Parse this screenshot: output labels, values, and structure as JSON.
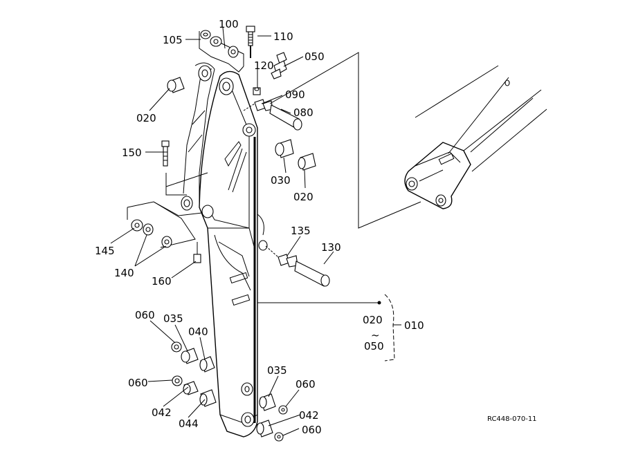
{
  "callouts": [
    {
      "id": "c105",
      "text": "105"
    },
    {
      "id": "c100",
      "text": "100"
    },
    {
      "id": "c110",
      "text": "110"
    },
    {
      "id": "c050a",
      "text": "050"
    },
    {
      "id": "c120",
      "text": "120"
    },
    {
      "id": "c090",
      "text": "090"
    },
    {
      "id": "c080",
      "text": "080"
    },
    {
      "id": "c020a",
      "text": "020"
    },
    {
      "id": "c150",
      "text": "150"
    },
    {
      "id": "c030",
      "text": "030"
    },
    {
      "id": "c020b",
      "text": "020"
    },
    {
      "id": "c145",
      "text": "145"
    },
    {
      "id": "c140",
      "text": "140"
    },
    {
      "id": "c160",
      "text": "160"
    },
    {
      "id": "c135",
      "text": "135"
    },
    {
      "id": "c130",
      "text": "130"
    },
    {
      "id": "c060a",
      "text": "060"
    },
    {
      "id": "c035a",
      "text": "035"
    },
    {
      "id": "c040",
      "text": "040"
    },
    {
      "id": "c020c",
      "text": "020"
    },
    {
      "id": "c050b",
      "text": "050"
    },
    {
      "id": "c010",
      "text": "010"
    },
    {
      "id": "c060b",
      "text": "060"
    },
    {
      "id": "c042a",
      "text": "042"
    },
    {
      "id": "c044",
      "text": "044"
    },
    {
      "id": "c035b",
      "text": "035"
    },
    {
      "id": "c060c",
      "text": "060"
    },
    {
      "id": "c042b",
      "text": "042"
    },
    {
      "id": "c060d",
      "text": "060"
    }
  ],
  "range_tilde": "~",
  "drawing_code": "RC448-070-11"
}
